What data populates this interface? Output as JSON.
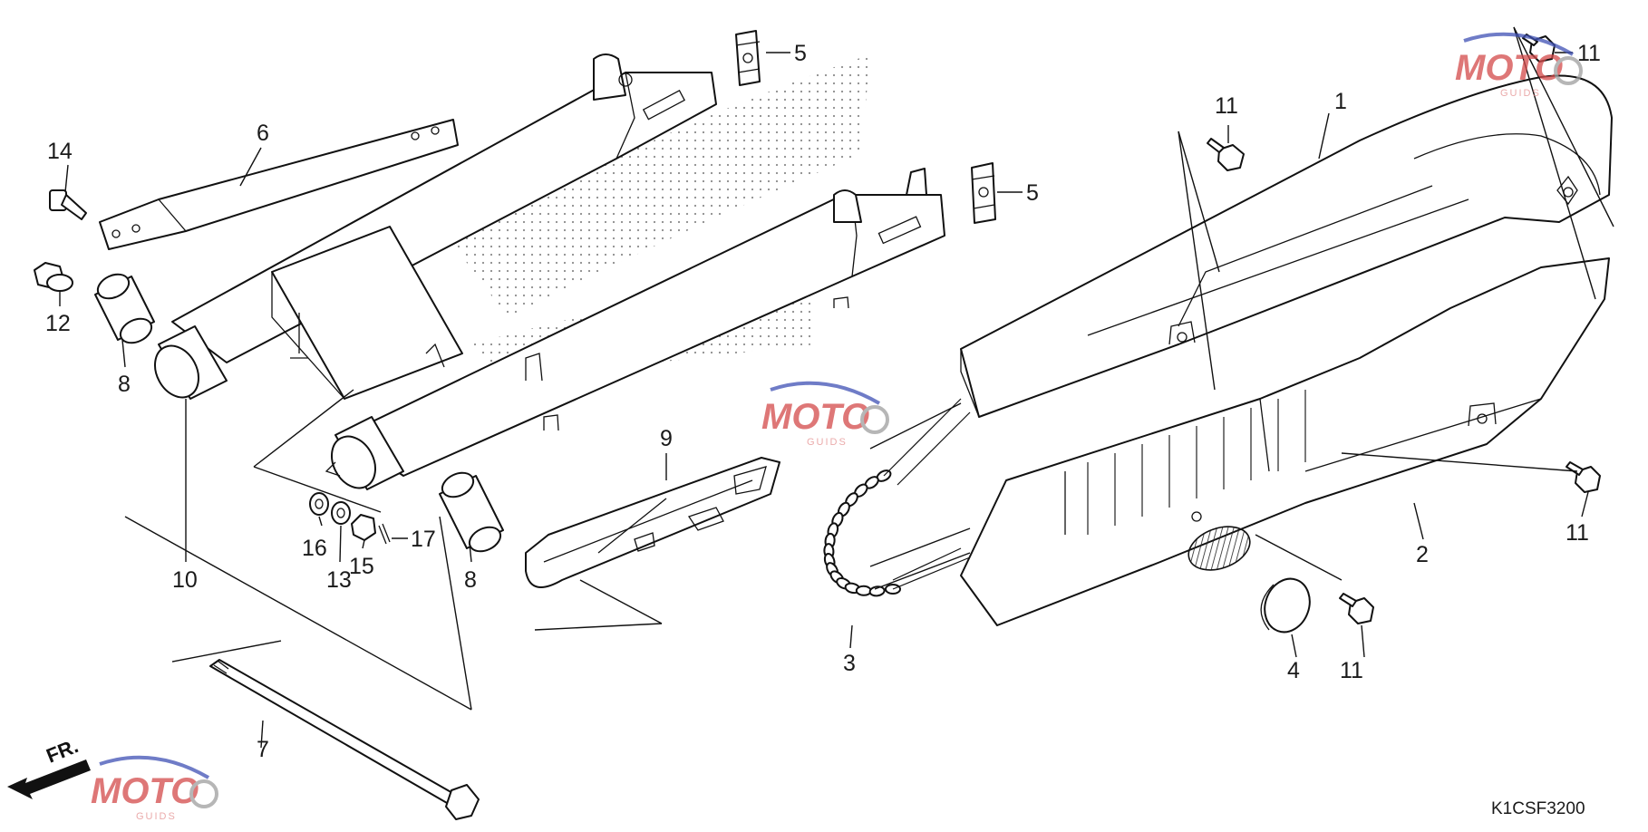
{
  "diagram": {
    "code": "K1CSF3200",
    "direction_label": "FR.",
    "watermark": {
      "brand": "MOTO",
      "sub": "GUIDS",
      "colors": {
        "red": "#c62828",
        "blue": "#3f51b5",
        "grey": "#9e9e9e"
      }
    },
    "labels": [
      {
        "id": "lbl-1",
        "text": "1"
      },
      {
        "id": "lbl-2",
        "text": "2"
      },
      {
        "id": "lbl-3",
        "text": "3"
      },
      {
        "id": "lbl-4",
        "text": "4"
      },
      {
        "id": "lbl-5a",
        "text": "5"
      },
      {
        "id": "lbl-5b",
        "text": "5"
      },
      {
        "id": "lbl-6",
        "text": "6"
      },
      {
        "id": "lbl-7",
        "text": "7"
      },
      {
        "id": "lbl-8a",
        "text": "8"
      },
      {
        "id": "lbl-8b",
        "text": "8"
      },
      {
        "id": "lbl-9",
        "text": "9"
      },
      {
        "id": "lbl-10",
        "text": "10"
      },
      {
        "id": "lbl-11a",
        "text": "11"
      },
      {
        "id": "lbl-11b",
        "text": "11"
      },
      {
        "id": "lbl-11c",
        "text": "11"
      },
      {
        "id": "lbl-11d",
        "text": "11"
      },
      {
        "id": "lbl-12",
        "text": "12"
      },
      {
        "id": "lbl-13",
        "text": "13"
      },
      {
        "id": "lbl-14",
        "text": "14"
      },
      {
        "id": "lbl-15",
        "text": "15"
      },
      {
        "id": "lbl-16",
        "text": "16"
      },
      {
        "id": "lbl-17",
        "text": "17"
      }
    ]
  }
}
